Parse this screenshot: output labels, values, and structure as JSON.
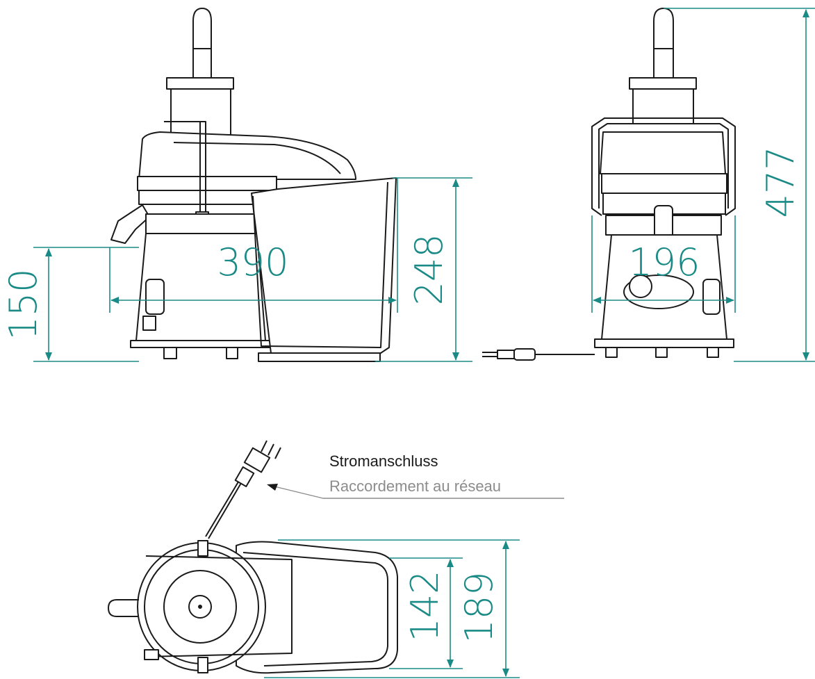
{
  "dimensions": {
    "height_base": "150",
    "depth_hopper": "248",
    "width_total": "390",
    "height_total": "477",
    "width_side": "196",
    "hopper_width_inner": "142",
    "hopper_width_outer": "189"
  },
  "labels": {
    "power_connection_de": "Stromanschluss",
    "power_connection_fr": "Raccordement au réseau"
  },
  "colors": {
    "dimension": "#1a8a86",
    "line_drawing": "#1a1a1a",
    "label_primary": "#1a1a1a",
    "label_secondary": "#8c8c8c"
  }
}
